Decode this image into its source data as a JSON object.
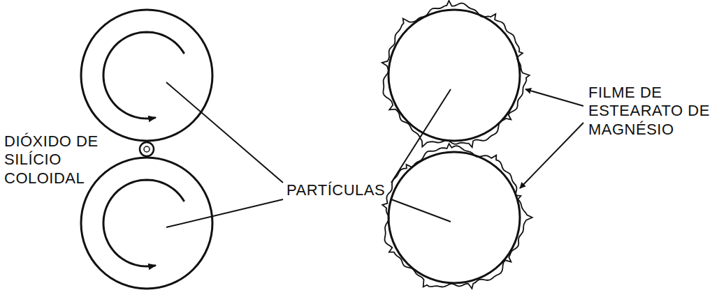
{
  "diagram": {
    "labels": [
      "DIÓXIDO DE SILÍCIO COLOIDAL",
      "PARTÍCULAS",
      "FILME DE ESTEARATO DE MAGNÉSIO"
    ]
  }
}
